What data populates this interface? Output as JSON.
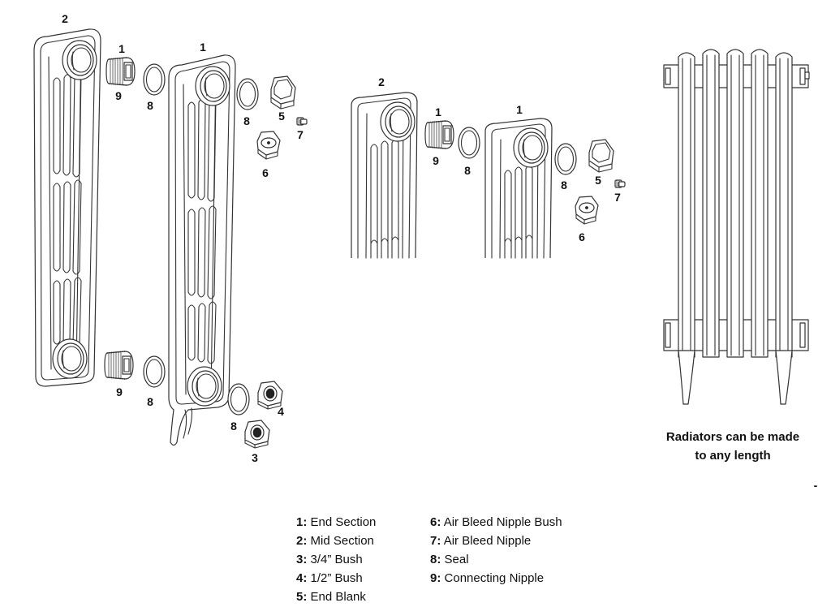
{
  "labels": {
    "end_section": "1",
    "mid_section": "2",
    "bush_3_4": "3",
    "bush_1_2": "4",
    "end_blank": "5",
    "air_bleed_bush": "6",
    "air_bleed_nipple": "7",
    "seal": "8",
    "connecting_nipple": "9"
  },
  "caption": {
    "line1": "Radiators can be made",
    "line2": "to any length"
  },
  "stray_mark": "-",
  "legend": [
    {
      "num": "1:",
      "text": "End Section"
    },
    {
      "num": "2:",
      "text": "Mid Section"
    },
    {
      "num": "3:",
      "text": "3/4” Bush"
    },
    {
      "num": "4:",
      "text": "1/2” Bush"
    },
    {
      "num": "5:",
      "text": "End Blank"
    },
    {
      "num": "6:",
      "text": "Air Bleed Nipple Bush"
    },
    {
      "num": "7:",
      "text": "Air Bleed Nipple"
    },
    {
      "num": "8:",
      "text": "Seal"
    },
    {
      "num": "9:",
      "text": "Connecting Nipple"
    }
  ]
}
